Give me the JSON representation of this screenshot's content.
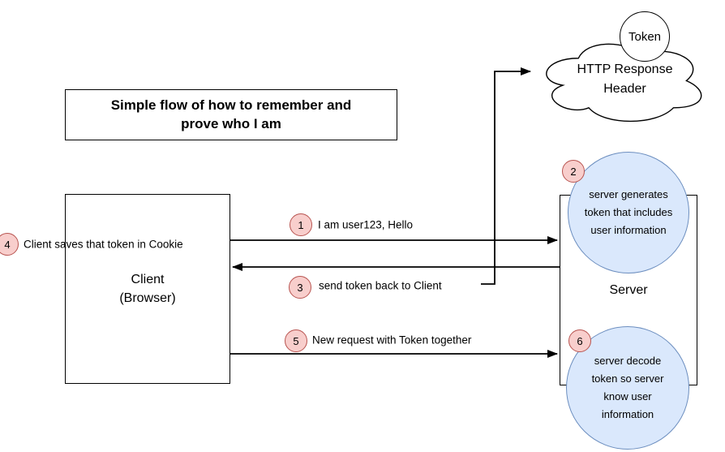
{
  "title": {
    "text": "Simple flow of how to remember and prove who I am"
  },
  "cloud": {
    "label": "HTTP Response Header"
  },
  "token_bubble": {
    "label": "Token"
  },
  "client_box": {
    "line1": "Client",
    "line2": "(Browser)"
  },
  "server_box": {
    "label": "Server"
  },
  "steps": [
    {
      "number": "1",
      "label": "I am user123, Hello"
    },
    {
      "number": "2",
      "label": "server generates token that includes user information"
    },
    {
      "number": "3",
      "label": "send token back to Client"
    },
    {
      "number": "4",
      "label": "Client saves that token in Cookie"
    },
    {
      "number": "5",
      "label": "New request with Token together"
    },
    {
      "number": "6",
      "label": "server decode token so server know user information"
    }
  ],
  "colors": {
    "badge_fill": "#f8cecc",
    "badge_stroke": "#b85450",
    "bubble_fill": "#dae8fc",
    "bubble_stroke": "#6c8ebf",
    "line": "#000000",
    "shape_fill": "#ffffff",
    "shape_stroke": "#000000"
  }
}
